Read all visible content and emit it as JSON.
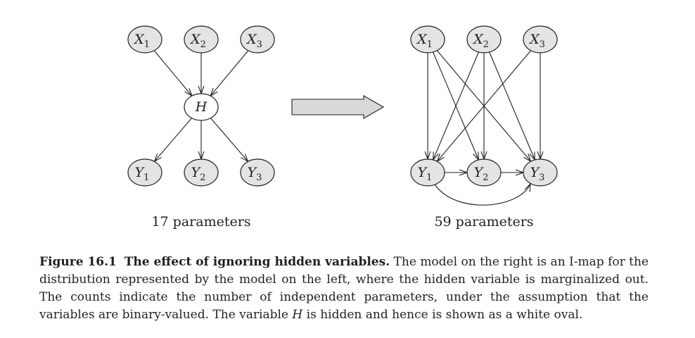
{
  "left_graph": {
    "nodes": [
      {
        "id": "X1",
        "letter": "X",
        "sub": "1",
        "hidden": false
      },
      {
        "id": "X2",
        "letter": "X",
        "sub": "2",
        "hidden": false
      },
      {
        "id": "X3",
        "letter": "X",
        "sub": "3",
        "hidden": false
      },
      {
        "id": "H",
        "letter": "H",
        "sub": "",
        "hidden": true
      },
      {
        "id": "Y1",
        "letter": "Y",
        "sub": "1",
        "hidden": false
      },
      {
        "id": "Y2",
        "letter": "Y",
        "sub": "2",
        "hidden": false
      },
      {
        "id": "Y3",
        "letter": "Y",
        "sub": "3",
        "hidden": false
      }
    ],
    "edges": [
      [
        "X1",
        "H"
      ],
      [
        "X2",
        "H"
      ],
      [
        "X3",
        "H"
      ],
      [
        "H",
        "Y1"
      ],
      [
        "H",
        "Y2"
      ],
      [
        "H",
        "Y3"
      ]
    ],
    "parameters_label": "17 parameters"
  },
  "right_graph": {
    "nodes": [
      {
        "id": "X1",
        "letter": "X",
        "sub": "1",
        "hidden": false
      },
      {
        "id": "X2",
        "letter": "X",
        "sub": "2",
        "hidden": false
      },
      {
        "id": "X3",
        "letter": "X",
        "sub": "3",
        "hidden": false
      },
      {
        "id": "Y1",
        "letter": "Y",
        "sub": "1",
        "hidden": false
      },
      {
        "id": "Y2",
        "letter": "Y",
        "sub": "2",
        "hidden": false
      },
      {
        "id": "Y3",
        "letter": "Y",
        "sub": "3",
        "hidden": false
      }
    ],
    "edges": [
      [
        "X1",
        "Y1"
      ],
      [
        "X1",
        "Y2"
      ],
      [
        "X1",
        "Y3"
      ],
      [
        "X2",
        "Y1"
      ],
      [
        "X2",
        "Y2"
      ],
      [
        "X2",
        "Y3"
      ],
      [
        "X3",
        "Y1"
      ],
      [
        "X3",
        "Y3"
      ],
      [
        "Y1",
        "Y2"
      ],
      [
        "Y2",
        "Y3"
      ],
      [
        "Y1",
        "Y3"
      ]
    ],
    "parameters_label": "59 parameters"
  },
  "caption": {
    "label": "Figure 16.1",
    "title": "The effect of ignoring hidden variables.",
    "text_part1": "The model on the right is an I-map for the distribution represented by the model on the left, where the hidden variable is marginalized out. The counts indicate the number of independent parameters, under the assumption that the variables are binary-valued. The variable",
    "variable": "H",
    "text_part2": "is hidden and hence is shown as a white oval."
  },
  "colors": {
    "observed_fill": "#e4e4e4",
    "hidden_fill": "#ffffff",
    "ink": "#231f20",
    "arrow_fill": "#d9d9d9"
  }
}
